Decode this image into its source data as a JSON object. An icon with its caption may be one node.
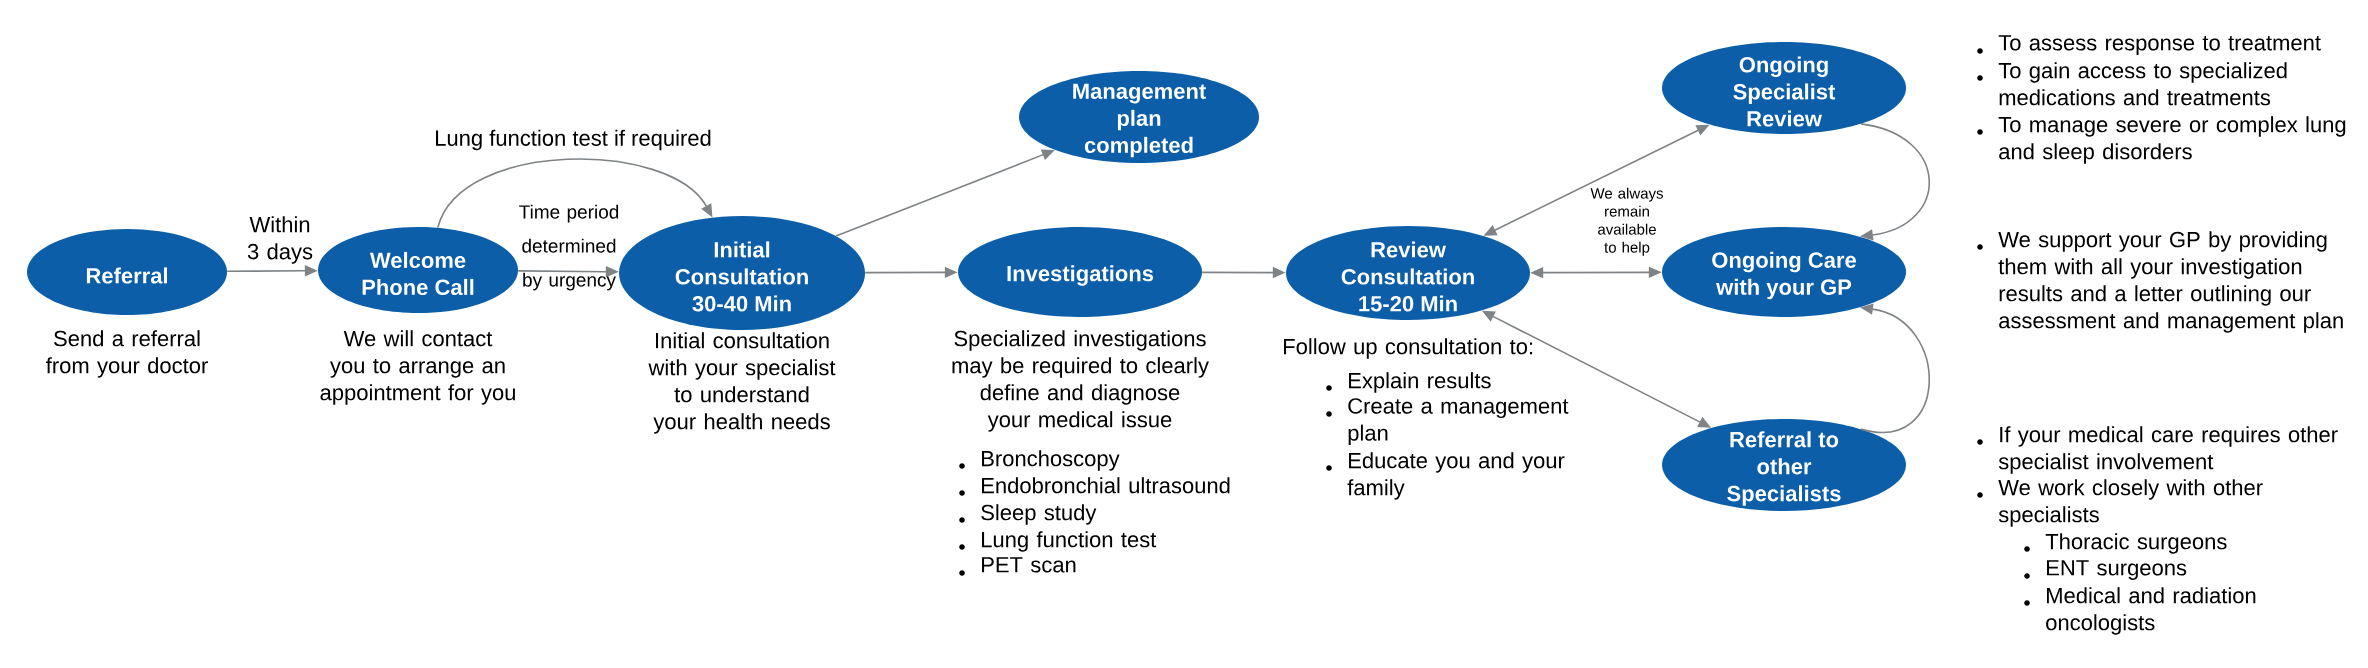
{
  "diagram": {
    "nodes": [
      {
        "text": [
          "Referral"
        ],
        "beside": [
          "Send a referral from your doctor"
        ]
      },
      {
        "text": [
          "Welcome Phone Call"
        ],
        "beside": [
          "We will contact you to arrange an appointment for you"
        ]
      },
      {
        "text": [
          "Initial Consultation 30-40 Min"
        ],
        "beside": [
          "Initial consultation with your specialist to understand your health needs"
        ]
      },
      {
        "text": [
          "Management plan completed"
        ]
      },
      {
        "text": [
          "Investigations"
        ],
        "beside": [
          "Specialized investigations may be required to clearly define and diagnose your medical issue"
        ]
      },
      {
        "text": [
          "Review Consultation 15-20 Min"
        ],
        "beside": [
          "Follow up consultation to:"
        ]
      },
      {
        "text": [
          "Ongoing Specialist Review"
        ]
      },
      {
        "text": [
          "Ongoing Care with your GP"
        ]
      },
      {
        "text": [
          "Referral to other Specialists"
        ]
      }
    ],
    "edges": [
      {
        "from": 0,
        "to": 1,
        "arrow": "to",
        "label": "Within 3 days"
      },
      {
        "from": 1,
        "to": 2,
        "arrow": "to",
        "label": "Time period determined by urgency"
      },
      {
        "from": 1,
        "to": 2,
        "arrow": "to",
        "label": "Lung function test if required"
      },
      {
        "from": 2,
        "to": 3,
        "arrow": "to"
      },
      {
        "from": 2,
        "to": 4,
        "arrow": "to"
      },
      {
        "from": 4,
        "to": 5,
        "arrow": "to"
      },
      {
        "from": 5,
        "to": 6,
        "arrow": "both"
      },
      {
        "from": 5,
        "to": 7,
        "arrow": "both",
        "label": "We always remain available to help"
      },
      {
        "from": 5,
        "to": 8,
        "arrow": "both"
      },
      {
        "from": 6,
        "to": 7,
        "arrow": "to"
      },
      {
        "from": 8,
        "to": 7,
        "arrow": "to"
      }
    ],
    "labels": [
      "Bronchoscopy",
      "Endobronchial ultrasound",
      "Sleep study",
      "Lung function test",
      "PET scan",
      "Explain results",
      "Create a management plan",
      "Educate you and your family",
      "To assess response to treatment",
      "To gain access to specialized medications and treatments",
      "To manage severe or complex lung and sleep disorders",
      "We support your GP by providing them with all your investigation results and a letter outlining our assessment and management plan",
      "If your medical care requires other specialist involvement",
      "We work closely with other specialists",
      "Thoracic surgeons",
      "ENT surgeons",
      "Medical and radiation oncologists"
    ]
  }
}
